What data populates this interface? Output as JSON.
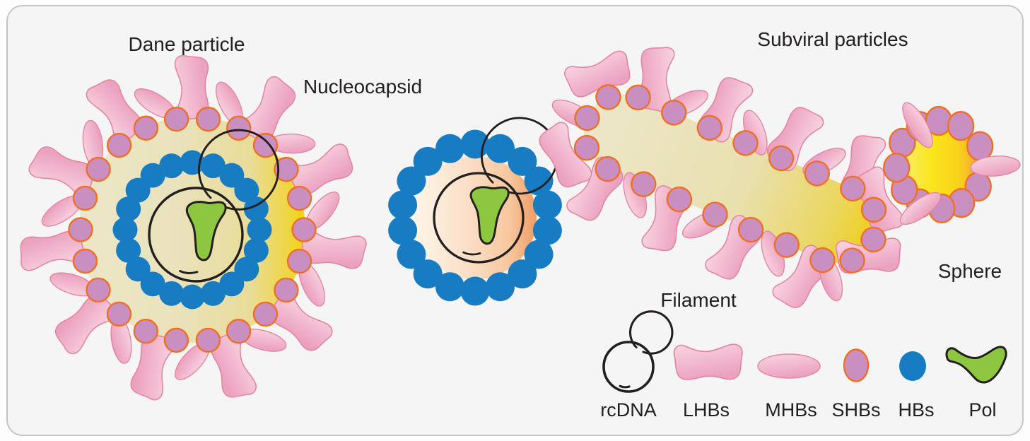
{
  "figure": {
    "titles": {
      "dane_particle": "Dane particle",
      "nucleocapsid": "Nucleocapsid",
      "subviral_particles": "Subviral particles",
      "filament": "Filament",
      "sphere": "Sphere"
    },
    "legend": {
      "items": [
        {
          "icon": "rcdna-icon",
          "label": "rcDNA"
        },
        {
          "icon": "lhbs-protein-icon",
          "label": "LHBs"
        },
        {
          "icon": "mhbs-protein-icon",
          "label": "MHBs"
        },
        {
          "icon": "shbs-protein-icon",
          "label": "SHBs"
        },
        {
          "icon": "hbs-core-protein-icon",
          "label": "HBs"
        },
        {
          "icon": "pol-polymerase-icon",
          "label": "Pol"
        }
      ]
    },
    "colors": {
      "page-bg": "#fdfdfd",
      "panel-bg": "#f5f5f6",
      "panel-border": "#c6c6c8",
      "text": "#231f20",
      "outline": "#231f20",
      "pink-fill": "#f2b9d0",
      "pink-stroke": "#e2879f",
      "purple-fill": "#c98fc0",
      "purple-stroke": "#f06f22",
      "blue-fill": "#187cc3",
      "green-fill": "#8dc63f",
      "envelope-pale": "#ebe6c6",
      "envelope-yellow": "#f2d411",
      "capsid-pale": "#fdf6e9",
      "capsid-orange": "#ef9c63",
      "sphere-yellow": "#fbe51c",
      "sphere-orange": "#ee9c3c"
    }
  }
}
